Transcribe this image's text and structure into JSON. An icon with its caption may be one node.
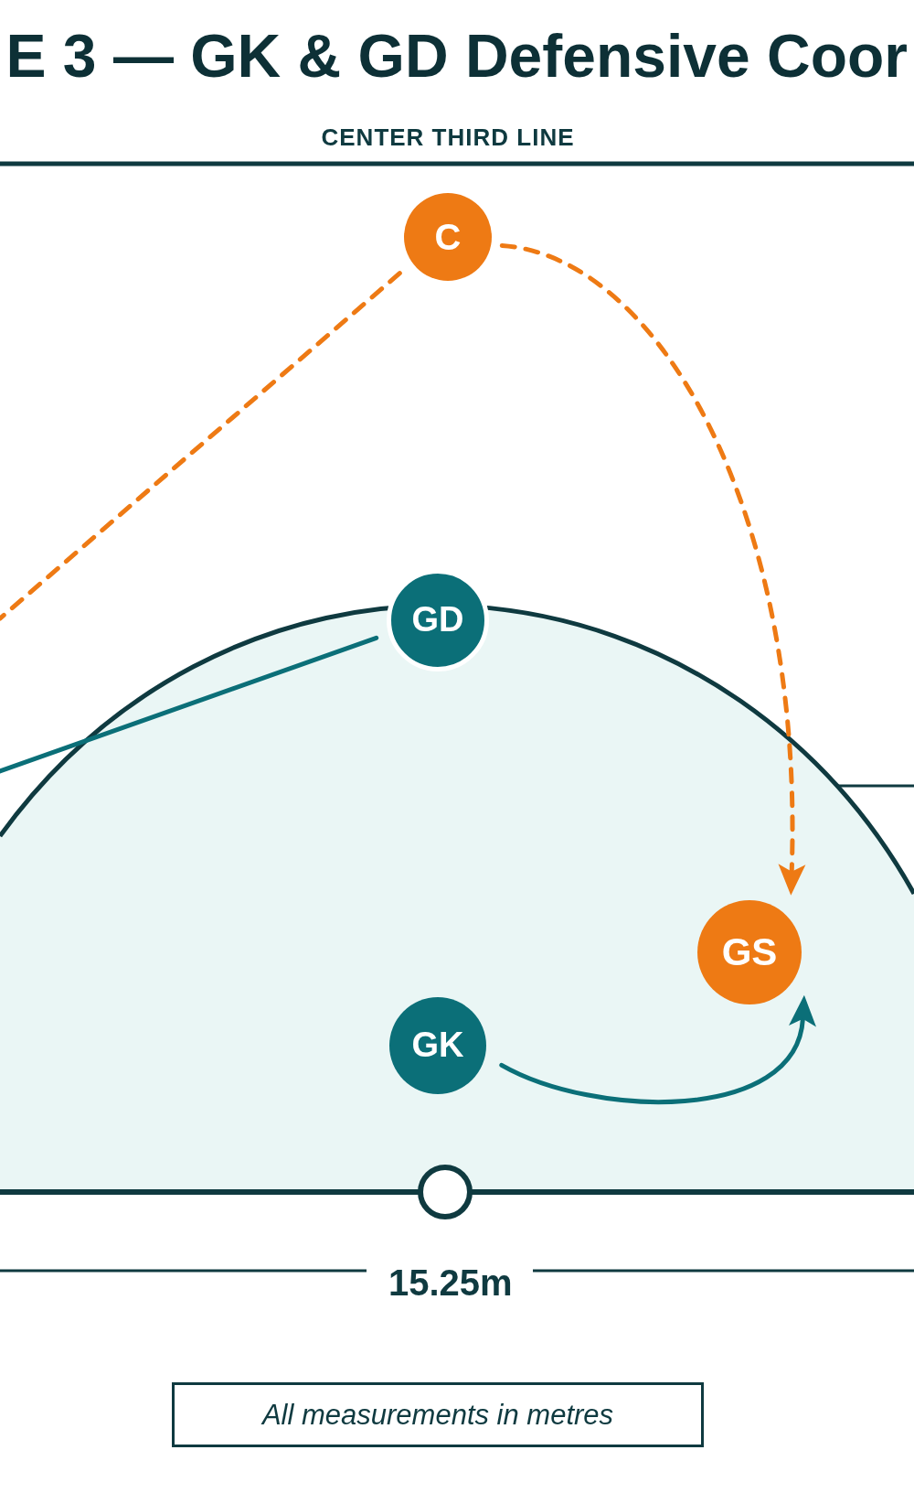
{
  "diagram": {
    "title": "E 3 — GK & GD Defensive Coor",
    "nodes": [
      {
        "text": [
          "C"
        ]
      },
      {
        "text": [
          "GD"
        ]
      },
      {
        "text": [
          "GS"
        ]
      },
      {
        "text": [
          "GK"
        ]
      },
      {
        "text": [
          "All measurements in metres"
        ]
      }
    ],
    "edges": [
      {
        "from": 0,
        "to": null,
        "arrow": "none",
        "style": "dashed",
        "color": "#ee7a14"
      },
      {
        "from": 0,
        "to": 2,
        "arrow": "to",
        "style": "dashed",
        "color": "#ee7a14"
      },
      {
        "from": 1,
        "to": null,
        "arrow": "none",
        "color": "#0b6f78"
      },
      {
        "from": 3,
        "to": 2,
        "arrow": "to",
        "color": "#0b6f78"
      }
    ],
    "labels": [
      "CENTER THIRD LINE",
      "15.25m"
    ]
  }
}
